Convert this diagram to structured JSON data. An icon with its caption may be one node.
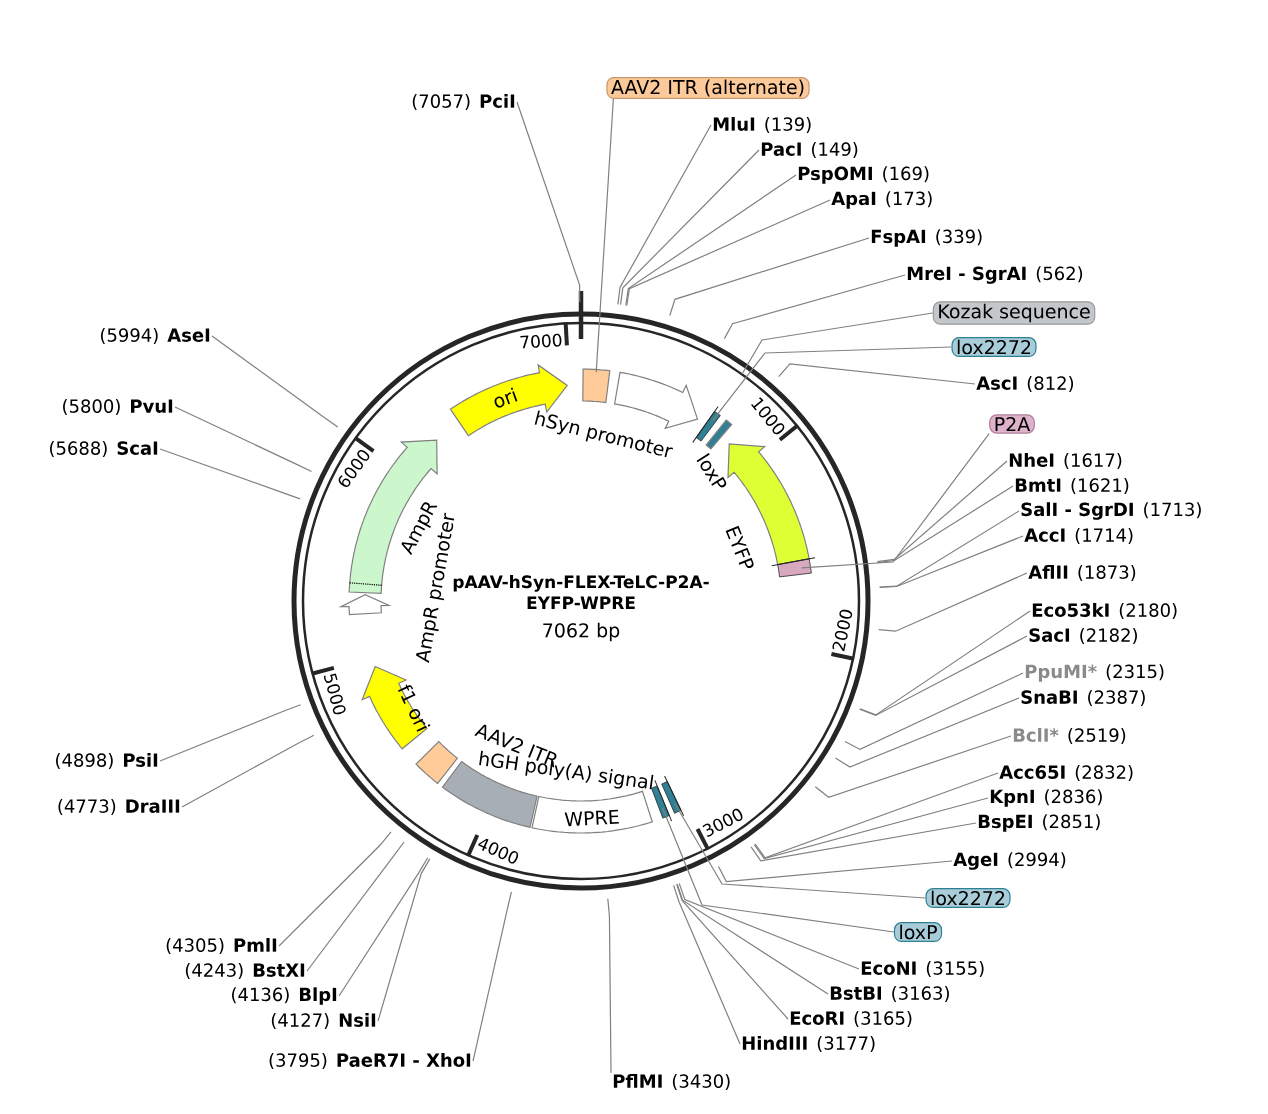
{
  "diagram": {
    "title": "pAAV-hSyn-FLEX-TeLC-P2A-EYFP-WPRE",
    "nodes": [
      {
        "text": [
          "ori"
        ]
      },
      {
        "text": [],
        "shape": "box"
      },
      {
        "text": [
          "hSyn promoter"
        ]
      },
      {
        "text": [],
        "shape": "bar"
      },
      {
        "text": [
          "loxP"
        ]
      },
      {
        "text": [
          "EYFP"
        ]
      },
      {
        "text": [],
        "shape": "bar"
      },
      {
        "text": [],
        "shape": "bar"
      },
      {
        "text": [],
        "shape": "bar"
      },
      {
        "text": [
          "WPRE"
        ]
      },
      {
        "text": [
          "hGH poly(A) signal"
        ]
      },
      {
        "text": [
          "AAV2 ITR"
        ]
      },
      {
        "text": [
          "f1 ori"
        ]
      },
      {
        "text": [
          "AmpR promoter"
        ]
      },
      {
        "text": [
          "AmpR"
        ]
      },
      {
        "text": [
          "AAV2 ITR (alternate)"
        ]
      },
      {
        "text": [
          "Kozak sequence"
        ]
      },
      {
        "text": [
          "lox2272"
        ]
      },
      {
        "text": [
          "P2A"
        ]
      },
      {
        "text": [
          "lox2272"
        ]
      },
      {
        "text": [
          "loxP"
        ]
      },
      {
        "text": [
          "MluI",
          "(139)"
        ]
      },
      {
        "text": [
          "PacI",
          "(149)"
        ]
      },
      {
        "text": [
          "PspOMI",
          "(169)"
        ]
      },
      {
        "text": [
          "ApaI",
          "(173)"
        ]
      },
      {
        "text": [
          "FspAI",
          "(339)"
        ]
      },
      {
        "text": [
          "MreI - SgrAI",
          "(562)"
        ]
      },
      {
        "text": [
          "AscI",
          "(812)"
        ]
      },
      {
        "text": [
          "NheI",
          "(1617)"
        ]
      },
      {
        "text": [
          "BmtI",
          "(1621)"
        ]
      },
      {
        "text": [
          "SalI - SgrDI",
          "(1713)"
        ]
      },
      {
        "text": [
          "AccI",
          "(1714)"
        ]
      },
      {
        "text": [
          "AflII",
          "(1873)"
        ]
      },
      {
        "text": [
          "Eco53kI",
          "(2180)"
        ]
      },
      {
        "text": [
          "SacI",
          "(2182)"
        ]
      },
      {
        "text": [
          "PpuMI*",
          "(2315)"
        ]
      },
      {
        "text": [
          "SnaBI",
          "(2387)"
        ]
      },
      {
        "text": [
          "BclI*",
          "(2519)"
        ]
      },
      {
        "text": [
          "Acc65I",
          "(2832)"
        ]
      },
      {
        "text": [
          "KpnI",
          "(2836)"
        ]
      },
      {
        "text": [
          "BspEI",
          "(2851)"
        ]
      },
      {
        "text": [
          "AgeI",
          "(2994)"
        ]
      },
      {
        "text": [
          "EcoNI",
          "(3155)"
        ]
      },
      {
        "text": [
          "BstBI",
          "(3163)"
        ]
      },
      {
        "text": [
          "EcoRI",
          "(3165)"
        ]
      },
      {
        "text": [
          "HindIII",
          "(3177)"
        ]
      },
      {
        "text": [
          "PflMI",
          "(3430)"
        ]
      },
      {
        "text": [
          "(3795)",
          "PaeR7I - XhoI"
        ]
      },
      {
        "text": [
          "(4127)",
          "NsiI"
        ]
      },
      {
        "text": [
          "(4136)",
          "BlpI"
        ]
      },
      {
        "text": [
          "(4243)",
          "BstXI"
        ]
      },
      {
        "text": [
          "(4305)",
          "PmlI"
        ]
      },
      {
        "text": [
          "(4773)",
          "DraIII"
        ]
      },
      {
        "text": [
          "(4898)",
          "PsiI"
        ]
      },
      {
        "text": [
          "(5688)",
          "ScaI"
        ]
      },
      {
        "text": [
          "(5800)",
          "PvuI"
        ]
      },
      {
        "text": [
          "(5994)",
          "AseI"
        ]
      },
      {
        "text": [
          "(7057)",
          "PciI"
        ]
      }
    ],
    "edges": [
      {
        "from": 15,
        "to": 1,
        "arrow": "none"
      },
      {
        "from": 16,
        "to": null,
        "arrow": "none"
      },
      {
        "from": 17,
        "to": 3,
        "arrow": "none"
      },
      {
        "from": 18,
        "to": 6,
        "arrow": "none"
      },
      {
        "from": 19,
        "to": 7,
        "arrow": "none"
      },
      {
        "from": 20,
        "to": 8,
        "arrow": "none"
      },
      {
        "from": 21,
        "to": null,
        "arrow": "none"
      },
      {
        "from": 22,
        "to": null,
        "arrow": "none"
      },
      {
        "from": 23,
        "to": null,
        "arrow": "none"
      },
      {
        "from": 24,
        "to": null,
        "arrow": "none"
      },
      {
        "from": 25,
        "to": null,
        "arrow": "none"
      },
      {
        "from": 26,
        "to": null,
        "arrow": "none"
      },
      {
        "from": 27,
        "to": null,
        "arrow": "none"
      },
      {
        "from": 28,
        "to": null,
        "arrow": "none"
      },
      {
        "from": 29,
        "to": null,
        "arrow": "none"
      },
      {
        "from": 30,
        "to": null,
        "arrow": "none"
      },
      {
        "from": 31,
        "to": null,
        "arrow": "none"
      },
      {
        "from": 32,
        "to": null,
        "arrow": "none"
      },
      {
        "from": 33,
        "to": null,
        "arrow": "none"
      },
      {
        "from": 34,
        "to": null,
        "arrow": "none"
      },
      {
        "from": 35,
        "to": null,
        "arrow": "none"
      },
      {
        "from": 36,
        "to": null,
        "arrow": "none"
      },
      {
        "from": 37,
        "to": null,
        "arrow": "none"
      },
      {
        "from": 38,
        "to": null,
        "arrow": "none"
      },
      {
        "from": 39,
        "to": null,
        "arrow": "none"
      },
      {
        "from": 40,
        "to": null,
        "arrow": "none"
      },
      {
        "from": 41,
        "to": null,
        "arrow": "none"
      },
      {
        "from": 42,
        "to": null,
        "arrow": "none"
      },
      {
        "from": 43,
        "to": null,
        "arrow": "none"
      },
      {
        "from": 44,
        "to": null,
        "arrow": "none"
      },
      {
        "from": 45,
        "to": null,
        "arrow": "none"
      },
      {
        "from": 46,
        "to": null,
        "arrow": "none"
      },
      {
        "from": 47,
        "to": null,
        "arrow": "none"
      },
      {
        "from": 48,
        "to": null,
        "arrow": "none"
      },
      {
        "from": 49,
        "to": null,
        "arrow": "none"
      },
      {
        "from": 50,
        "to": null,
        "arrow": "none"
      },
      {
        "from": 51,
        "to": null,
        "arrow": "none"
      },
      {
        "from": 52,
        "to": null,
        "arrow": "none"
      },
      {
        "from": 53,
        "to": null,
        "arrow": "none"
      },
      {
        "from": 54,
        "to": null,
        "arrow": "none"
      },
      {
        "from": 55,
        "to": null,
        "arrow": "none"
      },
      {
        "from": 56,
        "to": null,
        "arrow": "none"
      },
      {
        "from": 57,
        "to": null,
        "arrow": "none"
      }
    ],
    "labels": [
      "7000",
      "1000",
      "2000",
      "3000",
      "4000",
      "5000",
      "6000",
      "7062 bp"
    ]
  }
}
